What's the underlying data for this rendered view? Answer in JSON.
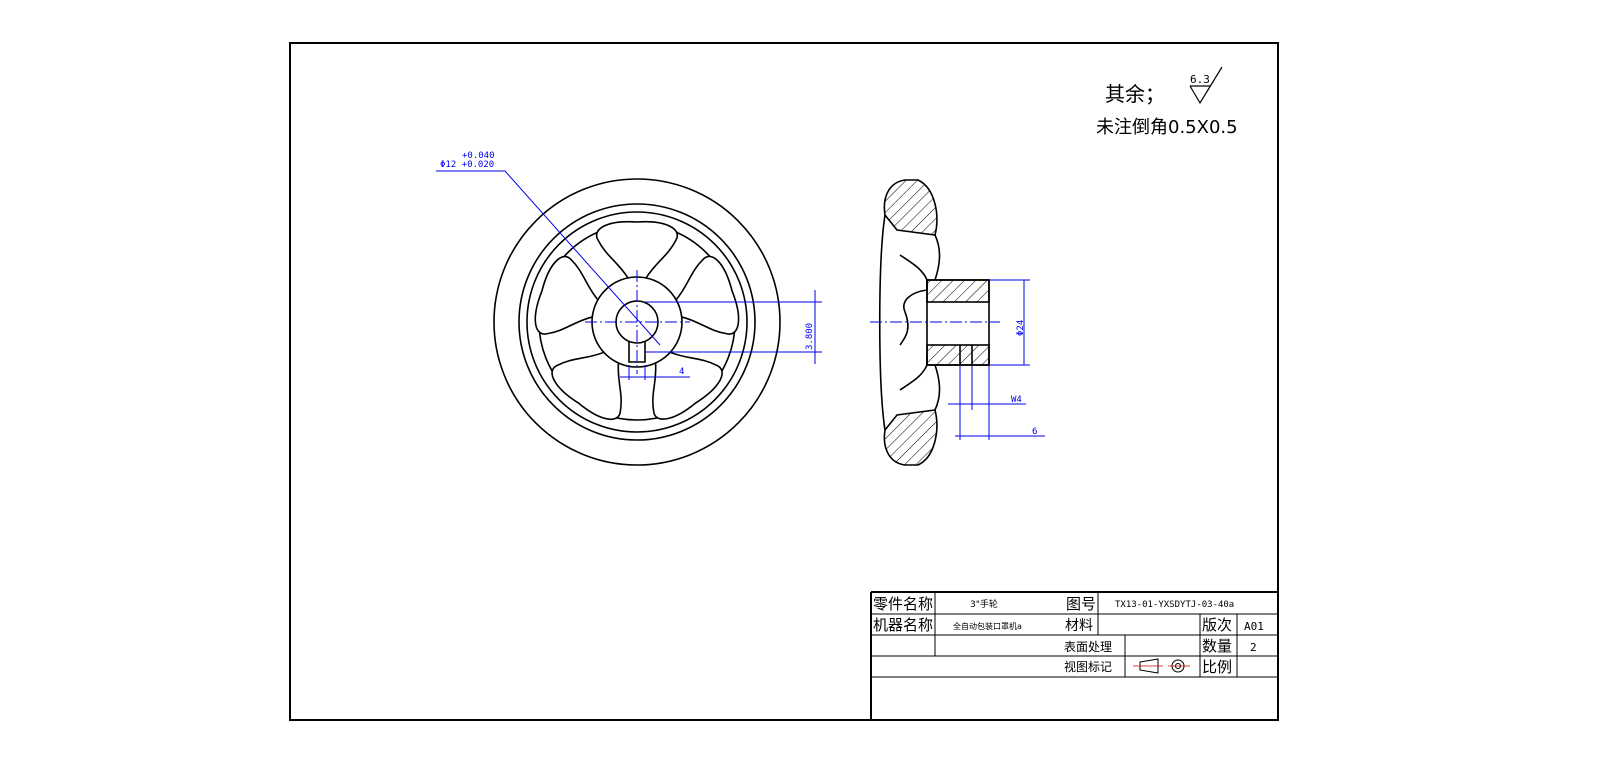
{
  "notes": {
    "remaining_roughness_label": "其余；",
    "roughness_value": "6.3",
    "chamfer_note": "未注倒角0.5X0.5"
  },
  "dimensions": {
    "bore_tol_upper": "+0.040",
    "bore_diameter": "Φ12 +0.020",
    "key_height": "3.800",
    "key_width": "4",
    "hub_diameter": "Φ24",
    "keyway_width": "W4",
    "keyway_depth": "6"
  },
  "title_block": {
    "part_name_label": "零件名称",
    "part_name": "3\"手轮",
    "drawing_no_label": "图号",
    "drawing_no": "TX13-01-YXSDYTJ-03-40a",
    "machine_name_label": "机器名称",
    "machine_name": "全自动包装口罩机a",
    "material_label": "材料",
    "material": "",
    "version_label": "版次",
    "version": "A01",
    "surface_treatment_label": "表面处理",
    "quantity_label": "数量",
    "quantity": "2",
    "view_mark_label": "视图标记",
    "scale_label": "比例",
    "scale": ""
  },
  "colors": {
    "outline": "#000000",
    "dimension": "#0000ee",
    "background": "#ffffff"
  }
}
